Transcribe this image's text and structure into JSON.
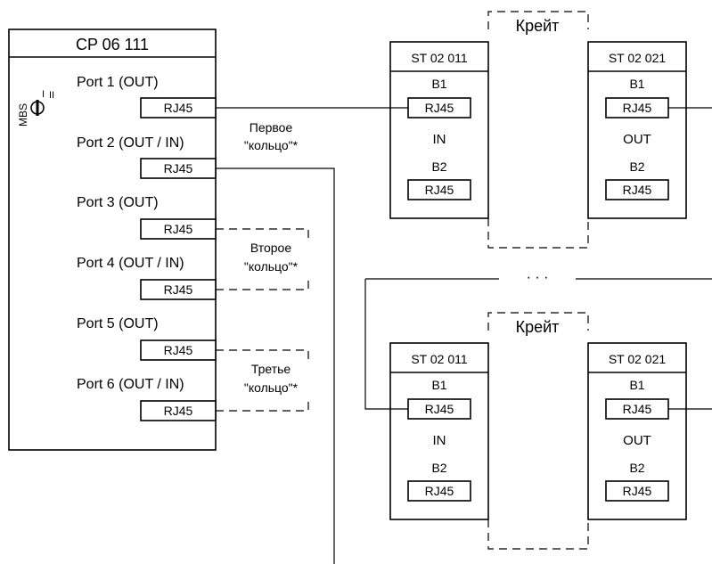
{
  "controller": {
    "title": "CP 06 111",
    "mbs_label": "MBS",
    "switch_pos_1": "I",
    "switch_pos_2": "II",
    "ports": [
      {
        "label": "Port 1 (OUT)",
        "connector": "RJ45"
      },
      {
        "label": "Port 2 (OUT / IN)",
        "connector": "RJ45"
      },
      {
        "label": "Port 3 (OUT)",
        "connector": "RJ45"
      },
      {
        "label": "Port 4 (OUT / IN)",
        "connector": "RJ45"
      },
      {
        "label": "Port 5 (OUT)",
        "connector": "RJ45"
      },
      {
        "label": "Port 6 (OUT / IN)",
        "connector": "RJ45"
      }
    ]
  },
  "rings": [
    {
      "line1": "Первое",
      "line2": "\"кольцо\"*"
    },
    {
      "line1": "Второе",
      "line2": "\"кольцо\"*"
    },
    {
      "line1": "Третье",
      "line2": "\"кольцо\"*"
    }
  ],
  "crates": [
    {
      "label": "Крейт",
      "modules": [
        {
          "title": "ST 02 011",
          "b1": "B1",
          "b1_connector": "RJ45",
          "mode": "IN",
          "b2": "B2",
          "b2_connector": "RJ45"
        },
        {
          "title": "ST 02 021",
          "b1": "B1",
          "b1_connector": "RJ45",
          "mode": "OUT",
          "b2": "B2",
          "b2_connector": "RJ45"
        }
      ]
    },
    {
      "label": "Крейт",
      "modules": [
        {
          "title": "ST 02 011",
          "b1": "B1",
          "b1_connector": "RJ45",
          "mode": "IN",
          "b2": "B2",
          "b2_connector": "RJ45"
        },
        {
          "title": "ST 02 021",
          "b1": "B1",
          "b1_connector": "RJ45",
          "mode": "OUT",
          "b2": "B2",
          "b2_connector": "RJ45"
        }
      ]
    }
  ],
  "ellipsis": "· · ·"
}
